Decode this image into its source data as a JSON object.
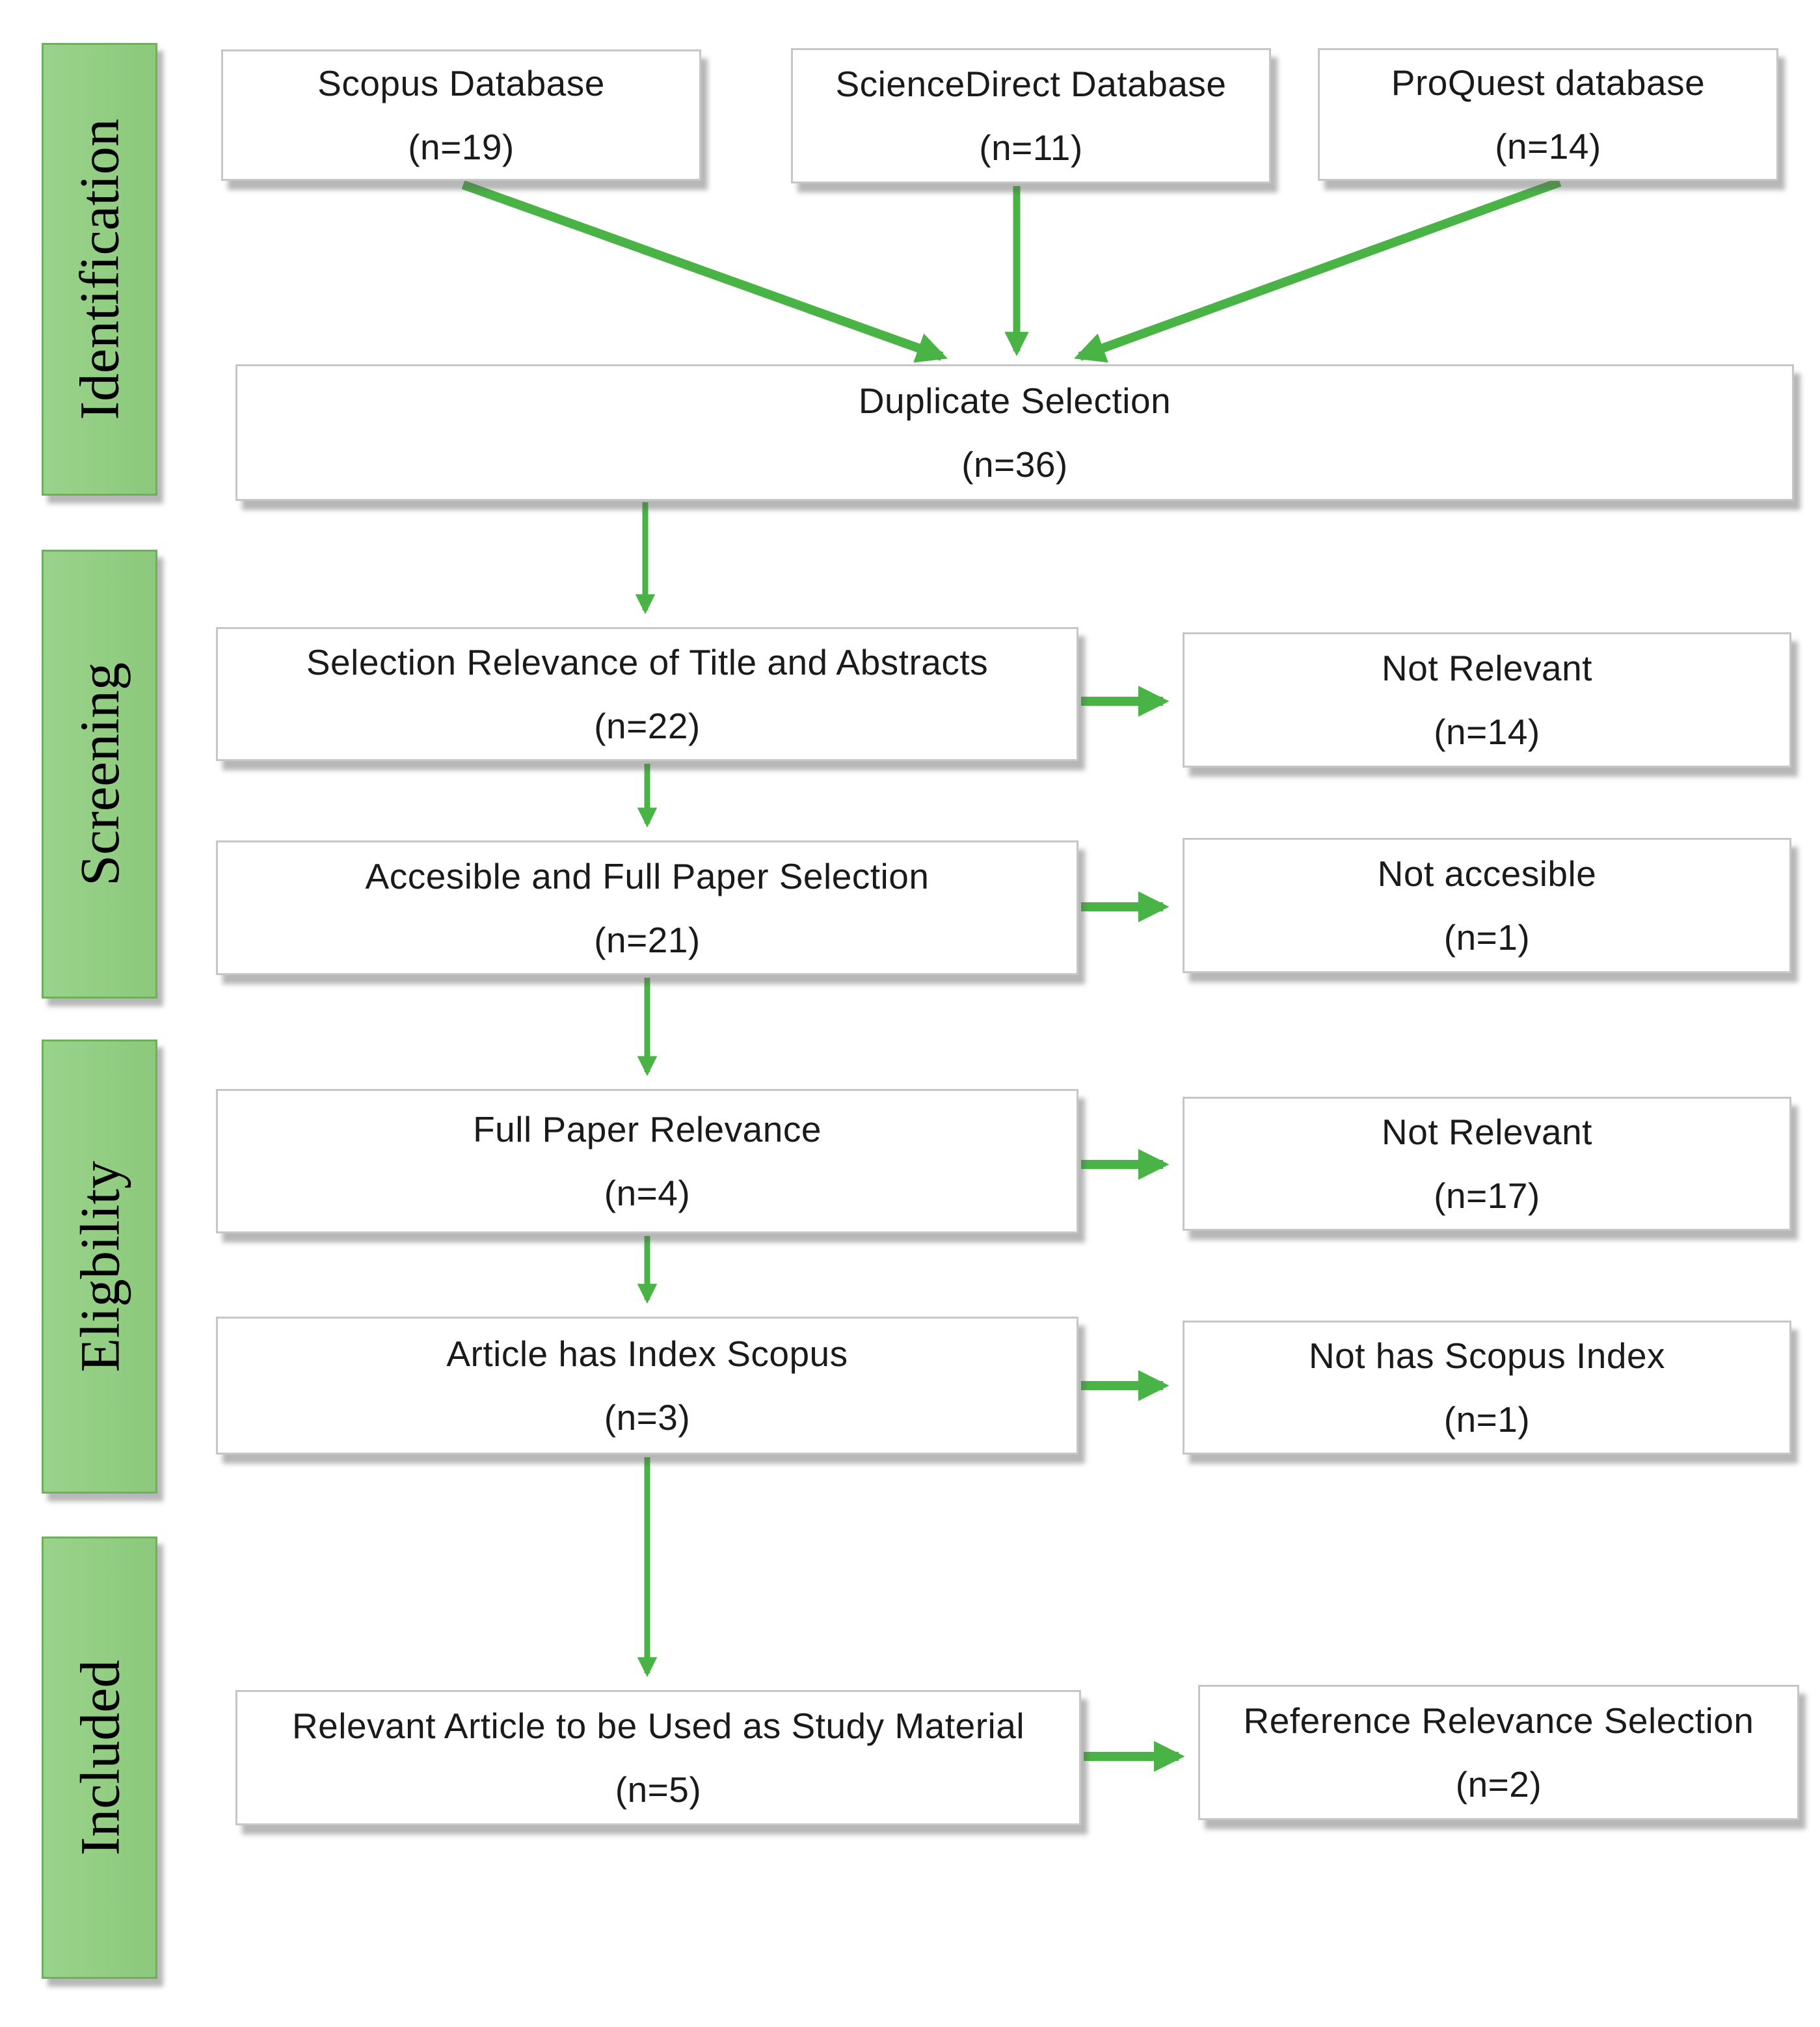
{
  "sidebar": {
    "stages": [
      {
        "label": "Identification"
      },
      {
        "label": "Screening"
      },
      {
        "label": "Eligbility"
      },
      {
        "label": "Included"
      }
    ]
  },
  "sources": [
    {
      "title": "Scopus Database",
      "count": "(n=19)"
    },
    {
      "title": "ScienceDirect Database",
      "count": "(n=11)"
    },
    {
      "title": "ProQuest database",
      "count": "(n=14)"
    }
  ],
  "merge": {
    "title": "Duplicate Selection",
    "count": "(n=36)"
  },
  "steps": [
    {
      "main": {
        "title": "Selection Relevance of Title and Abstracts",
        "count": "(n=22)"
      },
      "branch": {
        "title": "Not Relevant",
        "count": "(n=14)"
      }
    },
    {
      "main": {
        "title": "Accesible and Full Paper Selection",
        "count": "(n=21)"
      },
      "branch": {
        "title": "Not accesible",
        "count": "(n=1)"
      }
    },
    {
      "main": {
        "title": "Full Paper Relevance",
        "count": "(n=4)"
      },
      "branch": {
        "title": "Not Relevant",
        "count": "(n=17)"
      }
    },
    {
      "main": {
        "title": "Article has Index Scopus",
        "count": "(n=3)"
      },
      "branch": {
        "title": "Not has Scopus Index",
        "count": "(n=1)"
      }
    },
    {
      "main": {
        "title": "Relevant Article to be Used as Study Material",
        "count": "(n=5)"
      },
      "branch": {
        "title": "Reference Relevance Selection",
        "count": "(n=2)"
      }
    }
  ],
  "colors": {
    "arrow": "#49b445",
    "stage_fill": "#92ce81",
    "stage_border": "#6fae5c",
    "box_border": "#c6c6c6",
    "text": "#1a1a1a",
    "background": "#ffffff"
  }
}
